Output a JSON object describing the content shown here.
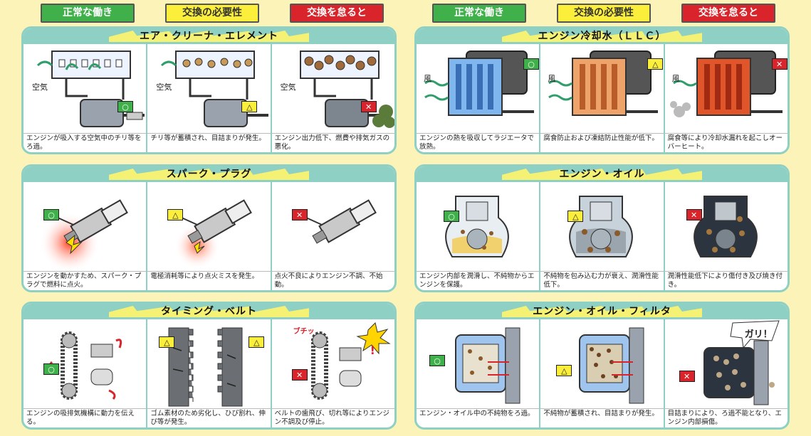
{
  "legend": {
    "left": {
      "normal": "正常な働き",
      "need": "交換の必要性",
      "neglect": "交換を怠ると"
    },
    "right": {
      "normal": "正常な働き",
      "need": "交換の必要性",
      "neglect": "交換を怠ると"
    }
  },
  "symbols": {
    "ok": "○",
    "warn": "△",
    "bad": "✕"
  },
  "panels": {
    "air_cleaner": {
      "title": "エア・クリーナ・エレメント",
      "air_label": "空気",
      "captions": [
        "エンジンが吸入する空気中のチリ等を ろ過。",
        "チリ等が蓄積され、目詰まりが発生。",
        "エンジン出力低下、燃費や排気ガスの悪化。"
      ]
    },
    "coolant": {
      "title": "エンジン冷却水（ＬＬＣ）",
      "wind_label": "風",
      "captions": [
        "エンジンの熱を吸収してラジエータで放熱。",
        "腐食防止および凍結防止性能が低下。",
        "腐食等により冷却水漏れを起こしオーバーヒート。"
      ]
    },
    "spark_plug": {
      "title": "スパーク・プラグ",
      "captions": [
        "エンジンを動かすため、スパーク・プラグで燃料に点火。",
        "電極消耗等により点火ミスを発生。",
        "点火不良によりエンジン不調、不始動。"
      ]
    },
    "engine_oil": {
      "title": "エンジン・オイル",
      "captions": [
        "エンジン内部を潤滑し、不純物からエンジンを保護。",
        "不純物を包み込む力が衰え、潤滑性能低下。",
        "潤滑性能低下により傷付き及び焼き付き。"
      ]
    },
    "timing_belt": {
      "title": "タイミング・ベルト",
      "sfx": [
        "ブチッ",
        "!"
      ],
      "captions": [
        "エンジンの吸排気機構に動力を伝える。",
        "ゴム素材のため劣化し、ひび割れ、伸び等が発生。",
        "ベルトの歯飛び、切れ等によりエンジン不調及び停止。"
      ]
    },
    "oil_filter": {
      "title": "エンジン・オイル・フィルタ",
      "sfx": "ガリ！",
      "captions": [
        "エンジン・オイル中の不純物をろ過。",
        "不純物が蓄積され、目詰まりが発生。",
        "目詰まりにより、ろ過不能となり、エンジン内部損傷。"
      ]
    }
  },
  "colors": {
    "panel_border": "#8fd0c5",
    "background": "#fbf3b8",
    "ok": "#3fb04a",
    "warn": "#fbef3c",
    "bad": "#d8242a"
  }
}
